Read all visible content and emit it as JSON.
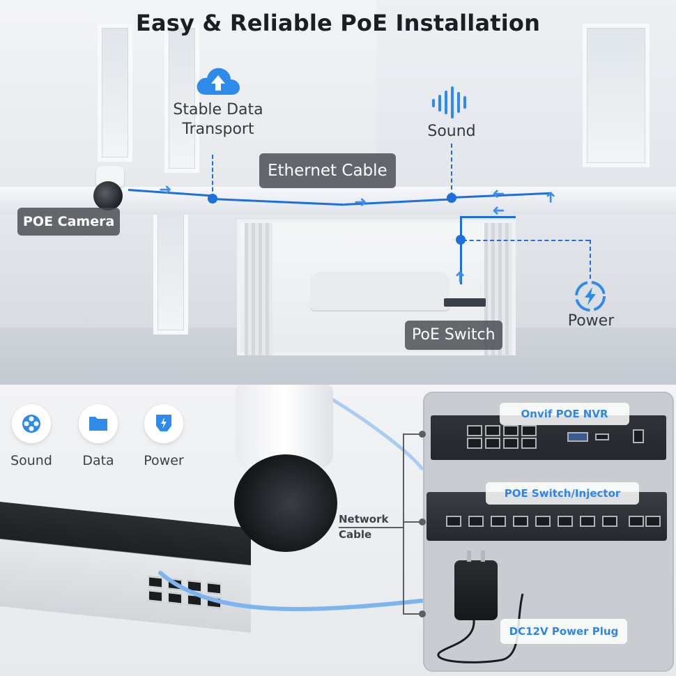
{
  "top": {
    "title": "Easy & Reliable PoE Installation",
    "labels": {
      "stable_data_line1": "Stable Data",
      "stable_data_line2": "Transport",
      "ethernet_cable": "Ethernet Cable",
      "sound": "Sound",
      "poe_camera": "POE Camera",
      "poe_switch": "PoE Switch",
      "power": "Power"
    },
    "icons": {
      "cloud": "cloud-upload-icon",
      "sound": "sound-wave-icon",
      "power": "power-bolt-icon"
    },
    "accent_color": "#1d6fe0"
  },
  "bottom": {
    "features": [
      {
        "label": "Sound",
        "icon": "film-reel-icon"
      },
      {
        "label": "Data",
        "icon": "folder-icon"
      },
      {
        "label": "Power",
        "icon": "power-plug-icon"
      }
    ],
    "network_cable_line1": "Network",
    "network_cable_line2": "Cable",
    "devices": {
      "nvr": "Onvif POE NVR",
      "switch": "POE Switch/Injector",
      "power_plug": "DC12V Power Plug"
    },
    "pill_color": "#2f86e8"
  }
}
